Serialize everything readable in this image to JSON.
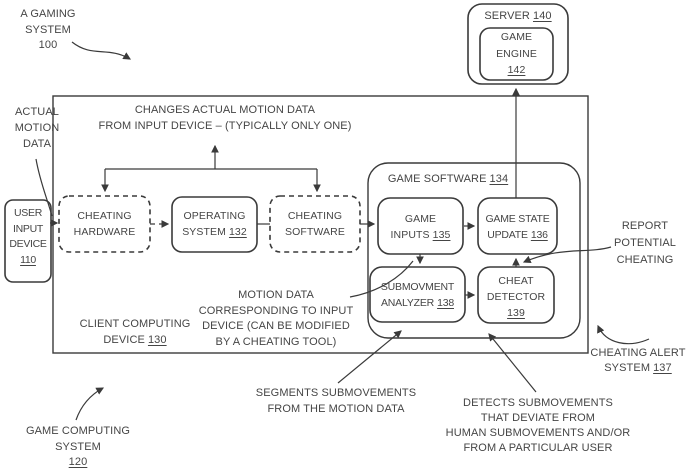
{
  "colors": {
    "background": "#ffffff",
    "line": "#3a3a3a",
    "text": "#454545"
  },
  "title_labels": {
    "gaming_system": {
      "l1": "A GAMING",
      "l2": "SYSTEM",
      "ref": "100"
    },
    "actual_motion": {
      "l1": "ACTUAL",
      "l2": "MOTION",
      "l3": "DATA"
    },
    "report": {
      "l1": "REPORT",
      "l2": "POTENTIAL",
      "l3": "CHEATING"
    },
    "cheating_alert": {
      "l1": "CHEATING ALERT",
      "l2": "SYSTEM",
      "ref": "137"
    },
    "game_computing": {
      "l1": "GAME COMPUTING",
      "l2": "SYSTEM",
      "ref": "120"
    }
  },
  "notes": {
    "changes": {
      "l1": "CHANGES ACTUAL MOTION DATA",
      "l2": "FROM INPUT DEVICE – (TYPICALLY ONLY ONE)"
    },
    "motion_data": {
      "l1": "MOTION DATA",
      "l2": "CORRESPONDING TO INPUT",
      "l3": "DEVICE (CAN BE MODIFIED",
      "l4": "BY A CHEATING TOOL)"
    },
    "segments": {
      "l1": "SEGMENTS SUBMOVEMENTS",
      "l2": "FROM THE MOTION DATA"
    },
    "detects": {
      "l1": "DETECTS SUBMOVEMENTS",
      "l2": "THAT DEVIATE FROM",
      "l3": "HUMAN SUBMOVEMENTS AND/OR",
      "l4": "FROM A PARTICULAR USER"
    }
  },
  "boxes": {
    "server": {
      "name": "SERVER",
      "ref": "140"
    },
    "game_engine": {
      "l1": "GAME",
      "l2": "ENGINE",
      "ref": "142"
    },
    "user_input": {
      "l1": "USER",
      "l2": "INPUT",
      "l3": "DEVICE",
      "ref": "110"
    },
    "cheating_hardware": {
      "l1": "CHEATING",
      "l2": "HARDWARE"
    },
    "operating_system": {
      "l1": "OPERATING",
      "l2": "SYSTEM",
      "ref": "132"
    },
    "cheating_software": {
      "l1": "CHEATING",
      "l2": "SOFTWARE"
    },
    "game_software": {
      "name": "GAME SOFTWARE",
      "ref": "134"
    },
    "game_inputs": {
      "l1": "GAME",
      "l2": "INPUTS",
      "ref": "135"
    },
    "game_state_update": {
      "l1": "GAME STATE",
      "l2": "UPDATE",
      "ref": "136"
    },
    "submovement_analyzer": {
      "l1": "SUBMOVMENT",
      "l2": "ANALYZER",
      "ref": "138"
    },
    "cheat_detector": {
      "l1": "CHEAT",
      "l2": "DETECTOR",
      "ref": "139"
    },
    "client_device": {
      "l1": "CLIENT COMPUTING",
      "l2": "DEVICE",
      "ref": "130"
    }
  }
}
